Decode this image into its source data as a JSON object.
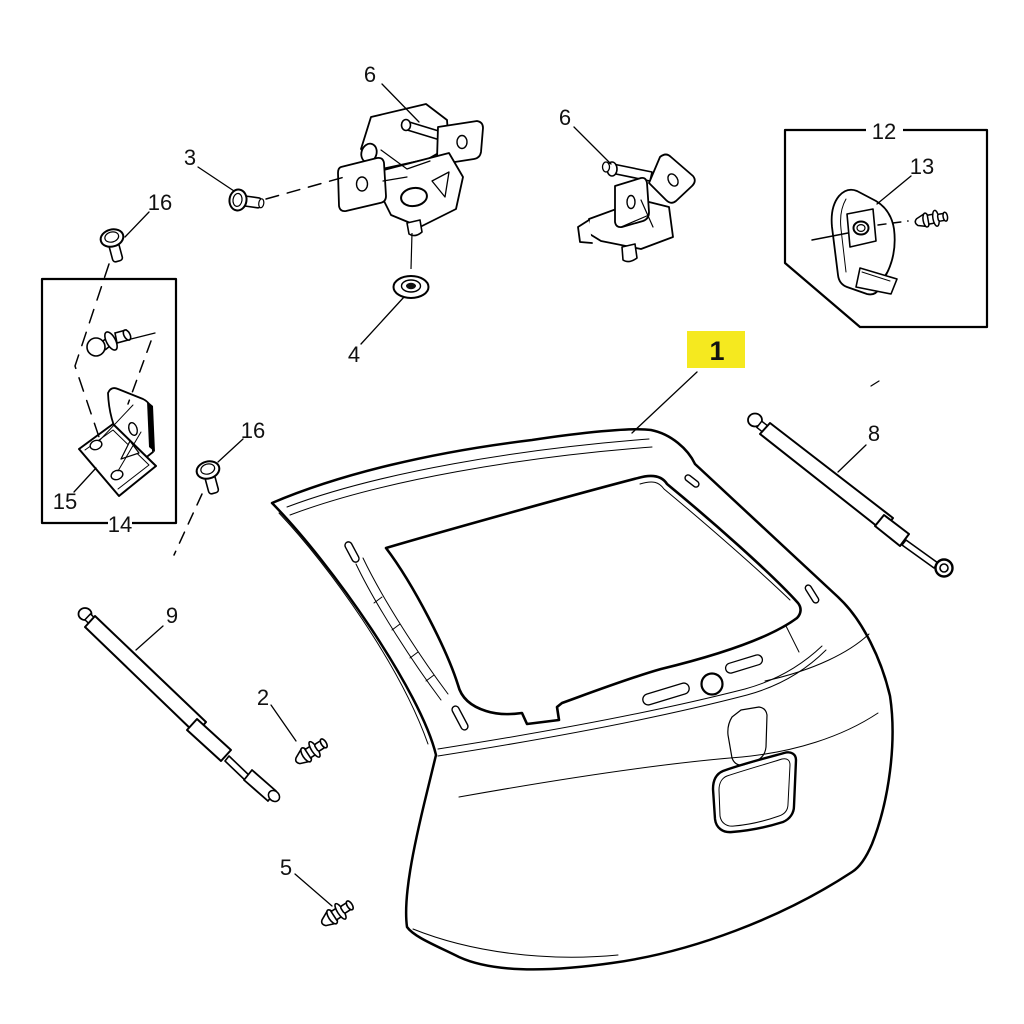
{
  "diagram": {
    "description": "Exploded parts diagram of a vehicle tailgate with gas struts, latches, striker and fasteners",
    "background": "#ffffff",
    "line_color": "#000000",
    "label_color": "#111111",
    "highlight_color": "#f5e91f",
    "callouts": {
      "c1": {
        "label": "1",
        "highlighted": true
      },
      "c2": {
        "label": "2",
        "highlighted": false
      },
      "c3": {
        "label": "3",
        "highlighted": false
      },
      "c4": {
        "label": "4",
        "highlighted": false
      },
      "c5": {
        "label": "5",
        "highlighted": false
      },
      "c6a": {
        "label": "6",
        "highlighted": false
      },
      "c6b": {
        "label": "6",
        "highlighted": false
      },
      "c8": {
        "label": "8",
        "highlighted": false
      },
      "c9": {
        "label": "9",
        "highlighted": false
      },
      "c12": {
        "label": "12",
        "highlighted": false
      },
      "c13": {
        "label": "13",
        "highlighted": false
      },
      "c14": {
        "label": "14",
        "highlighted": false
      },
      "c15": {
        "label": "15",
        "highlighted": false
      },
      "c16a": {
        "label": "16",
        "highlighted": false
      },
      "c16b": {
        "label": "16",
        "highlighted": false
      }
    }
  }
}
